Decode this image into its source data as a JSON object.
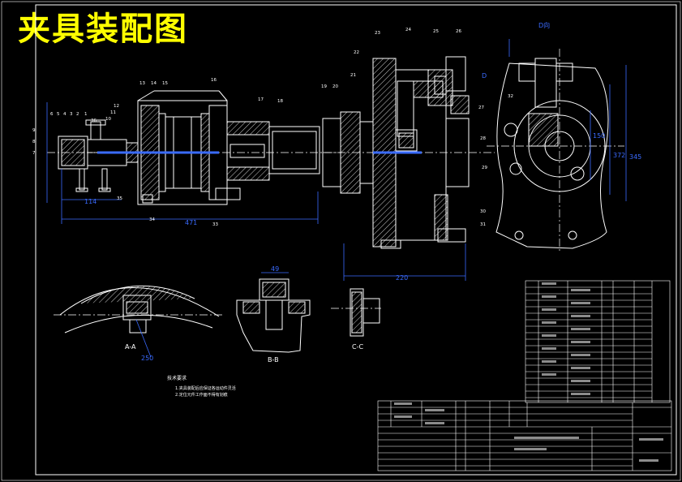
{
  "title": "夹具装配图",
  "views": {
    "section_aa": "A-A",
    "section_bb": "B-B",
    "section_cc": "C-C",
    "view_d": "D向",
    "arrow_d": "D"
  },
  "dimensions": {
    "d114": "114",
    "d471": "471",
    "d220": "220",
    "d49": "49",
    "d345": "345",
    "d372": "372",
    "d150": "150",
    "d250": "250"
  },
  "balloons": [
    "9",
    "8",
    "7",
    "6",
    "5",
    "4",
    "3",
    "2",
    "1",
    "10",
    "11",
    "12",
    "13",
    "14",
    "15",
    "16",
    "17",
    "18",
    "19",
    "20",
    "21",
    "22",
    "23",
    "24",
    "25",
    "26",
    "27",
    "28",
    "29",
    "30",
    "31",
    "32",
    "33",
    "34",
    "35",
    "36"
  ],
  "notes": {
    "heading": "技术要求",
    "line1": "1.夹具装配后应保证各运动件灵活",
    "line2": "2.定位元件工作面不得有划痕"
  },
  "colors": {
    "line": "#ffffff",
    "dimension": "#3a6bff",
    "hatch": "#ffffff",
    "title": "#ffff00",
    "table": "#ffffff"
  }
}
